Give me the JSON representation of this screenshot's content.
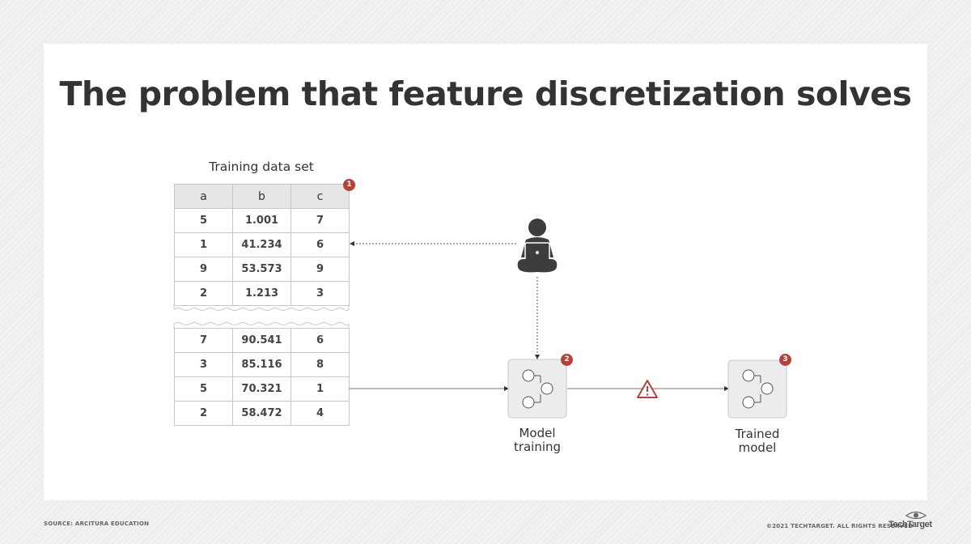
{
  "title": "The problem that feature discretization solves",
  "table": {
    "caption": "Training data set",
    "columns": [
      "a",
      "b",
      "c"
    ],
    "rows_top": [
      [
        "5",
        "1.001",
        "7"
      ],
      [
        "1",
        "41.234",
        "6"
      ],
      [
        "9",
        "53.573",
        "9"
      ],
      [
        "2",
        "1.213",
        "3"
      ]
    ],
    "rows_bottom": [
      [
        "7",
        "90.541",
        "6"
      ],
      [
        "3",
        "85.116",
        "8"
      ],
      [
        "5",
        "70.321",
        "1"
      ],
      [
        "2",
        "58.472",
        "4"
      ]
    ]
  },
  "steps": {
    "badge_1": "1",
    "badge_2": "2",
    "badge_3": "3",
    "model_training_line1": "Model",
    "model_training_line2": "training",
    "trained_model_line1": "Trained",
    "trained_model_line2": "model"
  },
  "footer": {
    "source": "SOURCE: ARCITURA EDUCATION",
    "copyright": "©2021 TECHTARGET. ALL RIGHTS RESERVED",
    "brand": "TechTarget"
  },
  "colors": {
    "badge": "#b5423a",
    "warning": "#b5423a",
    "text": "#333333",
    "box_fill": "#ececec"
  },
  "icons": {
    "person": "person-with-laptop-icon",
    "model": "model-node-icon",
    "warning": "warning-triangle-icon"
  }
}
